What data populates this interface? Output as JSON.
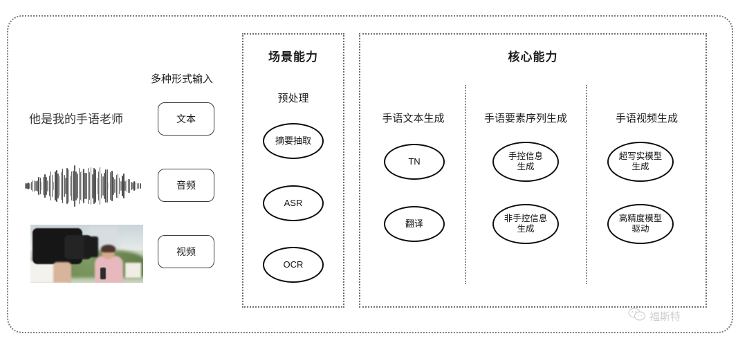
{
  "diagram": {
    "left_section": {
      "input_label": "多种形式输入",
      "sample_text": "他是我的手语老师",
      "inputs": [
        {
          "chip": "文本",
          "media": "text-sample"
        },
        {
          "chip": "音频",
          "media": "audio-waveform"
        },
        {
          "chip": "视频",
          "media": "video-thumbnail"
        }
      ]
    },
    "scene_panel": {
      "title": "场景能力",
      "subtitle": "预处理",
      "nodes": [
        "摘要抽取",
        "ASR",
        "OCR"
      ]
    },
    "core_panel": {
      "title": "核心能力",
      "columns": [
        {
          "heading": "手语文本生成",
          "nodes": [
            "TN",
            "翻译"
          ]
        },
        {
          "heading": "手语要素序列生成",
          "nodes": [
            "手控信息\n生成",
            "非手控信息\n生成"
          ]
        },
        {
          "heading": "手语视频生成",
          "nodes": [
            "超写实模型\n生成",
            "高精度模型\n驱动"
          ]
        }
      ]
    },
    "watermark": {
      "icon": "wechat-icon",
      "text": "福斯特"
    },
    "colors": {
      "stroke": "#0d0d0d",
      "dotted_border": "#6e6e6e",
      "text": "#1d1d1d",
      "background": "#ffffff"
    }
  }
}
